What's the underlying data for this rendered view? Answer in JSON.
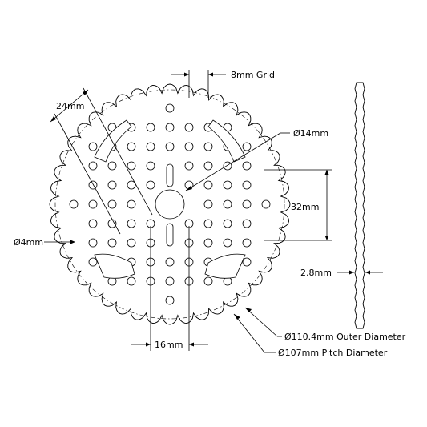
{
  "dimensions": {
    "grid": "8mm Grid",
    "diag_spacing": "24mm",
    "center_hole": "Ø14mm",
    "vertical_spacing": "32mm",
    "small_hole": "Ø4mm",
    "thickness": "2.8mm",
    "horizontal_spacing": "16mm",
    "outer_diameter": "Ø110.4mm Outer Diameter",
    "pitch_diameter": "Ø107mm Pitch Diameter"
  },
  "gear": {
    "teeth": 44
  },
  "colors": {
    "line": "#000000",
    "background": "#ffffff"
  }
}
